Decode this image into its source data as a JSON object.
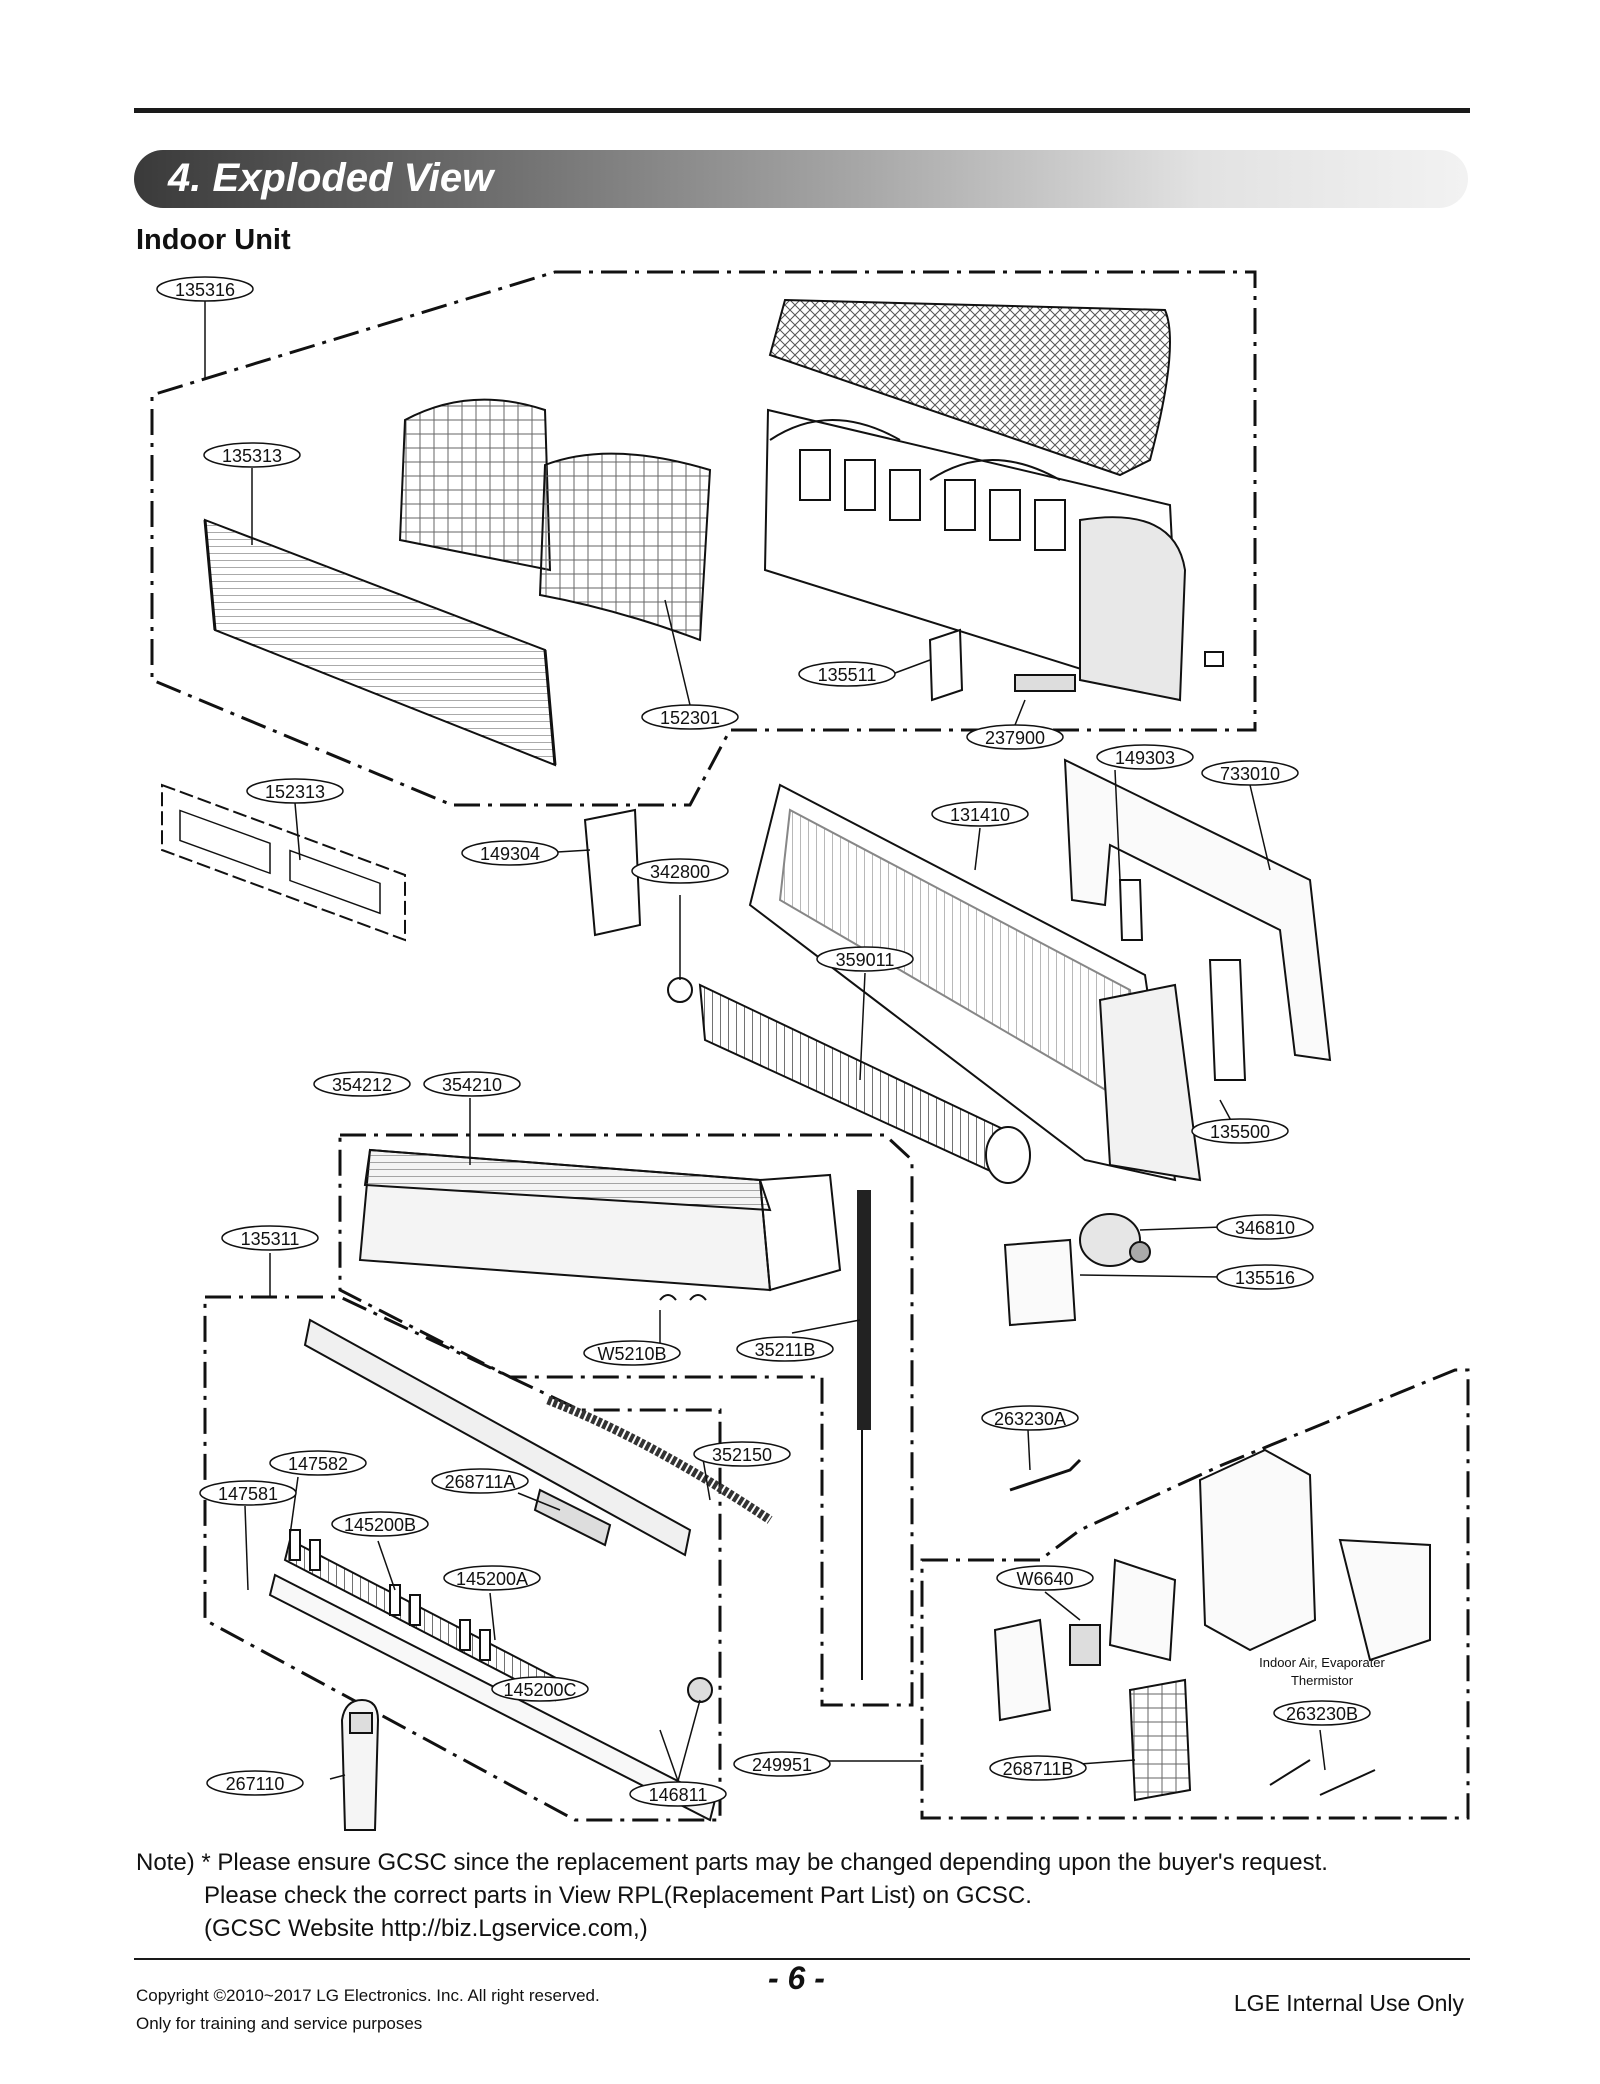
{
  "header": {
    "section_title": "4. Exploded View",
    "subtitle": "Indoor Unit"
  },
  "diagram": {
    "callouts": [
      "135316",
      "135313",
      "152301",
      "135511",
      "237900",
      "149303",
      "733010",
      "152313",
      "149304",
      "342800",
      "131410",
      "359011",
      "354212",
      "354210",
      "135500",
      "346810",
      "135516",
      "135311",
      "W5210B",
      "35211B",
      "263230A",
      "352150",
      "147582",
      "147581",
      "268711A",
      "145200B",
      "145200A",
      "W6640",
      "145200C",
      "263230B",
      "267110",
      "146811",
      "249951",
      "268711B"
    ],
    "thermistor_label_line1": "Indoor Air, Evaporater",
    "thermistor_label_line2": "Thermistor"
  },
  "note": {
    "line1": "Note) * Please ensure GCSC since the replacement parts may be changed depending upon the buyer's request.",
    "line2": "Please check  the correct parts in View RPL(Replacement Part List) on GCSC.",
    "line3": "(GCSC Website  http://biz.Lgservice.com,)"
  },
  "footer": {
    "copyright_line1": "Copyright ©2010~2017 LG Electronics. Inc. All right reserved.",
    "copyright_line2": "Only for training and service purposes",
    "page_number": "- 6 -",
    "internal": "LGE Internal Use Only"
  }
}
